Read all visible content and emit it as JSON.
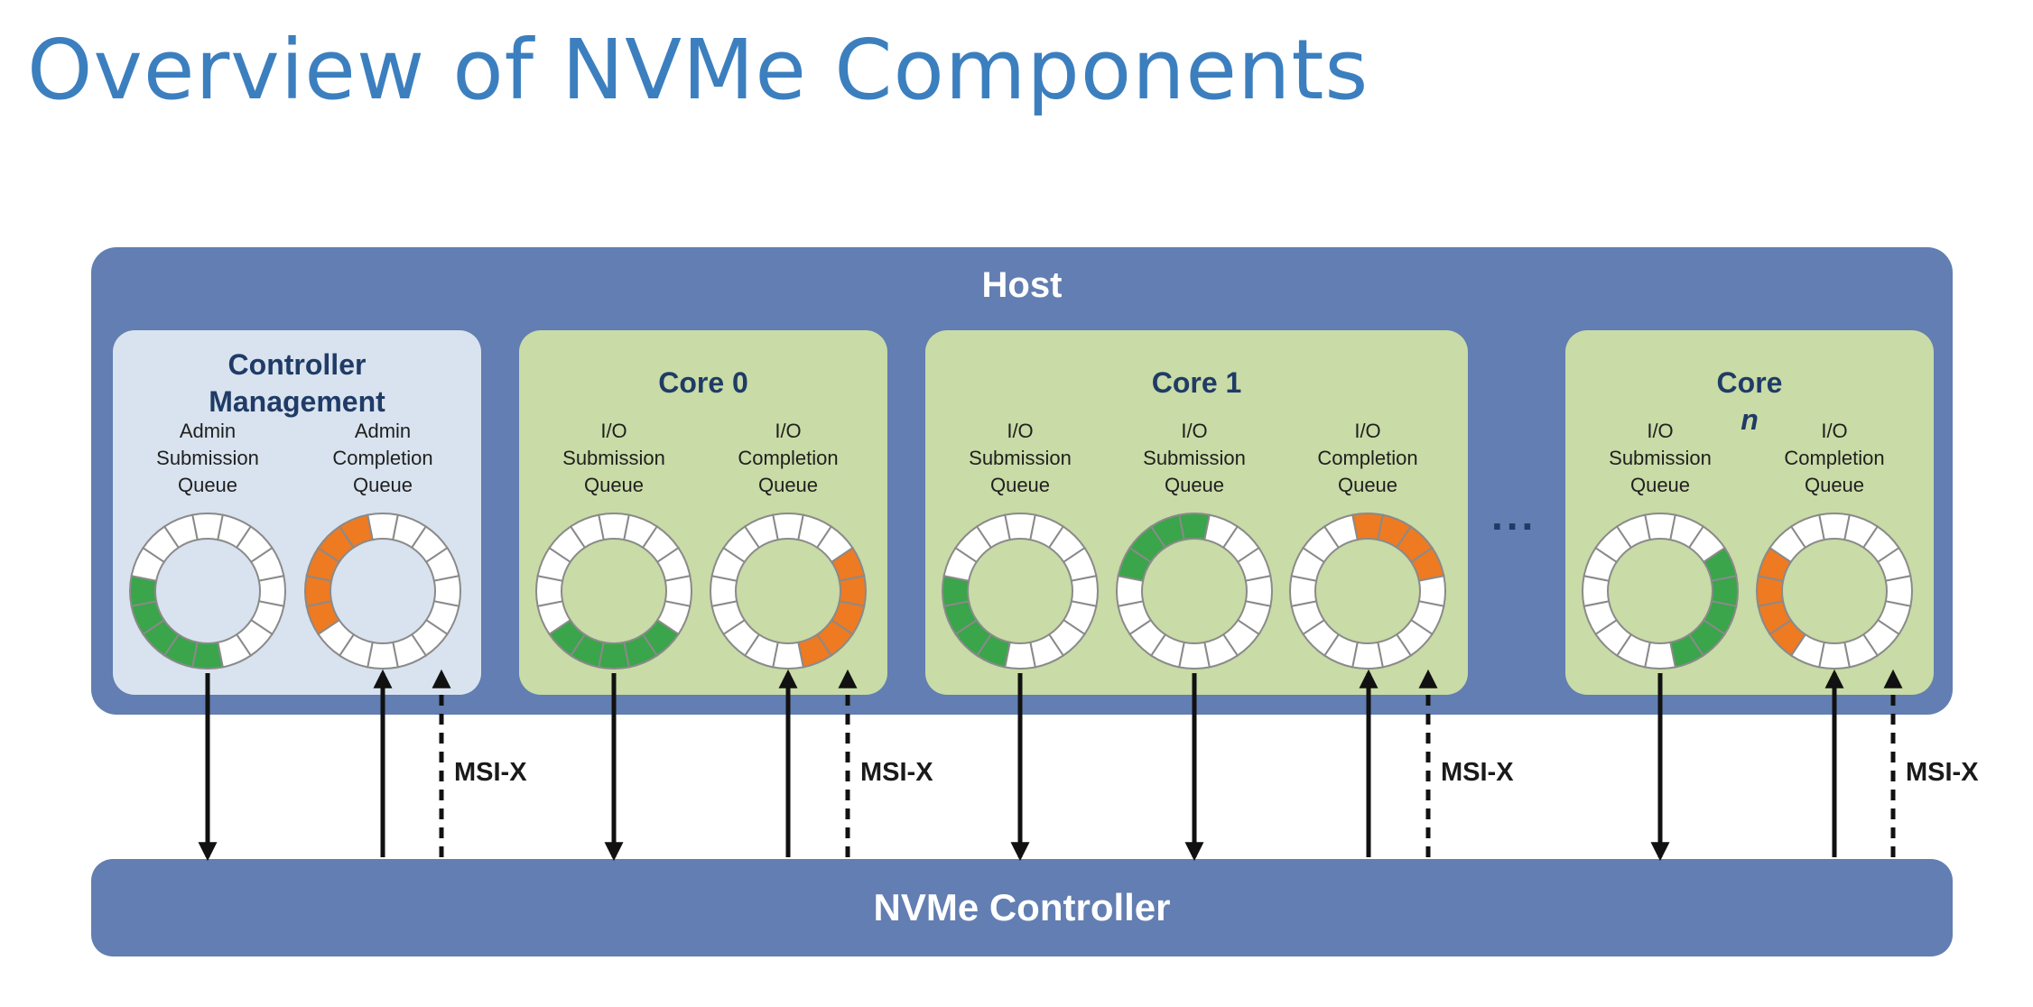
{
  "title": "Overview of NVMe Components",
  "host": {
    "label": "Host"
  },
  "controller": {
    "label": "NVMe Controller"
  },
  "ellipsis": "...",
  "msix_label": "MSI-X",
  "colors": {
    "title": "#3c7fbf",
    "host_box": "#627eb2",
    "management_panel": "#d9e3ef",
    "core_panel": "#c9dba6",
    "submission_fill": "#3aa54a",
    "completion_fill": "#ee7a22",
    "empty_slot": "#ffffff"
  },
  "panels": [
    {
      "title_lines": [
        "Controller",
        "Management"
      ],
      "italic_suffix": "",
      "kind": "management",
      "queues": [
        {
          "label_lines": [
            "Admin",
            "Submission",
            "Queue"
          ],
          "type": "submission",
          "slots": 16,
          "filled": [
            8,
            9,
            10,
            11,
            12
          ]
        },
        {
          "label_lines": [
            "Admin",
            "Completion",
            "Queue"
          ],
          "type": "completion",
          "slots": 16,
          "filled": [
            11,
            12,
            13,
            14,
            15
          ]
        }
      ]
    },
    {
      "title_lines": [
        "Core 0"
      ],
      "italic_suffix": "",
      "kind": "core",
      "queues": [
        {
          "label_lines": [
            "I/O",
            "Submission",
            "Queue"
          ],
          "type": "submission",
          "slots": 16,
          "filled": [
            6,
            7,
            8,
            9,
            10
          ]
        },
        {
          "label_lines": [
            "I/O",
            "Completion",
            "Queue"
          ],
          "type": "completion",
          "slots": 16,
          "filled": [
            3,
            4,
            5,
            6,
            7
          ]
        }
      ]
    },
    {
      "title_lines": [
        "Core 1"
      ],
      "italic_suffix": "",
      "kind": "core",
      "queues": [
        {
          "label_lines": [
            "I/O",
            "Submission",
            "Queue"
          ],
          "type": "submission",
          "slots": 16,
          "filled": [
            9,
            10,
            11,
            12
          ]
        },
        {
          "label_lines": [
            "I/O",
            "Submission",
            "Queue"
          ],
          "type": "submission",
          "slots": 16,
          "filled": [
            0,
            13,
            14,
            15
          ]
        },
        {
          "label_lines": [
            "I/O",
            "Completion",
            "Queue"
          ],
          "type": "completion",
          "slots": 16,
          "filled": [
            0,
            1,
            2,
            3
          ]
        }
      ]
    },
    {
      "title_lines": [
        "Core "
      ],
      "italic_suffix": "n",
      "kind": "core",
      "queues": [
        {
          "label_lines": [
            "I/O",
            "Submission",
            "Queue"
          ],
          "type": "submission",
          "slots": 16,
          "filled": [
            3,
            4,
            5,
            6,
            7
          ]
        },
        {
          "label_lines": [
            "I/O",
            "Completion",
            "Queue"
          ],
          "type": "completion",
          "slots": 16,
          "filled": [
            10,
            11,
            12,
            13
          ]
        }
      ]
    }
  ]
}
